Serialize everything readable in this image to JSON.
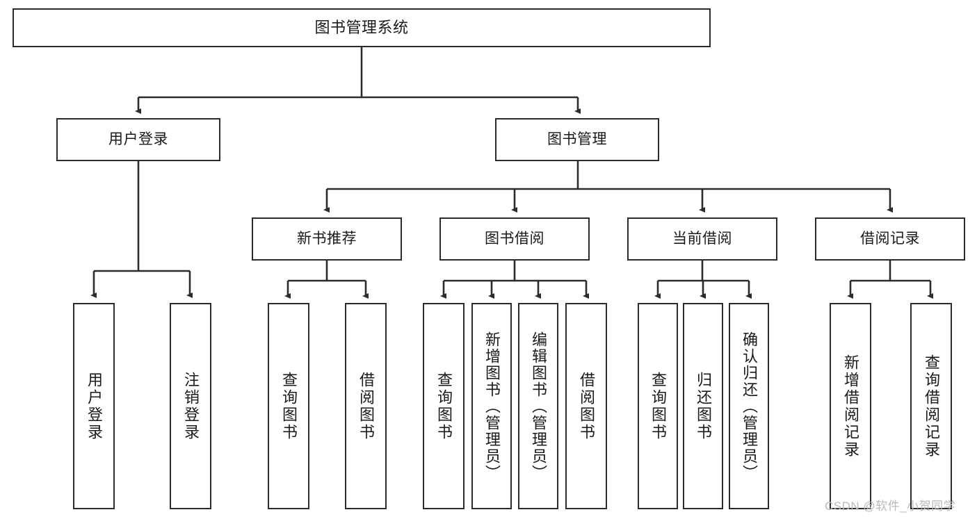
{
  "diagram": {
    "title": "图书管理系统",
    "type": "hierarchy-tree",
    "colors": {
      "box_stroke": "#2b2b2b",
      "box_fill": "#ffffff",
      "connector": "#2b2b2b",
      "text": "#1a1a1a",
      "watermark": "#b9b9b9"
    },
    "levels": [
      {
        "level": 0,
        "nodes": [
          {
            "id": "root",
            "label": "图书管理系统",
            "orientation": "horizontal"
          }
        ]
      },
      {
        "level": 1,
        "nodes": [
          {
            "id": "login",
            "label": "用户登录",
            "orientation": "horizontal"
          },
          {
            "id": "bookmgmt",
            "label": "图书管理",
            "orientation": "horizontal"
          }
        ]
      },
      {
        "level": 2,
        "nodes": [
          {
            "id": "newbook",
            "label": "新书推荐",
            "orientation": "horizontal"
          },
          {
            "id": "borrow",
            "label": "图书借阅",
            "orientation": "horizontal"
          },
          {
            "id": "current",
            "label": "当前借阅",
            "orientation": "horizontal"
          },
          {
            "id": "records",
            "label": "借阅记录",
            "orientation": "horizontal"
          }
        ]
      },
      {
        "level": 3,
        "nodes": [
          {
            "id": "leaf-user-login",
            "label": "用户登录",
            "orientation": "vertical",
            "parent": "login"
          },
          {
            "id": "leaf-user-logout",
            "label": "注销登录",
            "orientation": "vertical",
            "parent": "login"
          },
          {
            "id": "leaf-query-book-1",
            "label": "查询图书",
            "orientation": "vertical",
            "parent": "newbook"
          },
          {
            "id": "leaf-borrow-book-1",
            "label": "借阅图书",
            "orientation": "vertical",
            "parent": "newbook"
          },
          {
            "id": "leaf-query-book-2",
            "label": "查询图书",
            "orientation": "vertical",
            "parent": "borrow"
          },
          {
            "id": "leaf-add-book",
            "label": "新增图书（管理员）",
            "orientation": "vertical",
            "parent": "borrow"
          },
          {
            "id": "leaf-edit-book",
            "label": "编辑图书（管理员）",
            "orientation": "vertical",
            "parent": "borrow"
          },
          {
            "id": "leaf-borrow-book-2",
            "label": "借阅图书",
            "orientation": "vertical",
            "parent": "borrow"
          },
          {
            "id": "leaf-query-book-3",
            "label": "查询图书",
            "orientation": "vertical",
            "parent": "current"
          },
          {
            "id": "leaf-return-book",
            "label": "归还图书",
            "orientation": "vertical",
            "parent": "current"
          },
          {
            "id": "leaf-confirm-return",
            "label": "确认归还（管理员）",
            "orientation": "vertical",
            "parent": "current"
          },
          {
            "id": "leaf-add-record",
            "label": "新增借阅记录",
            "orientation": "vertical",
            "parent": "records"
          },
          {
            "id": "leaf-query-record",
            "label": "查询借阅记录",
            "orientation": "vertical",
            "parent": "records"
          }
        ]
      }
    ]
  },
  "watermark": {
    "text": "CSDN @软件_小贺同学"
  }
}
